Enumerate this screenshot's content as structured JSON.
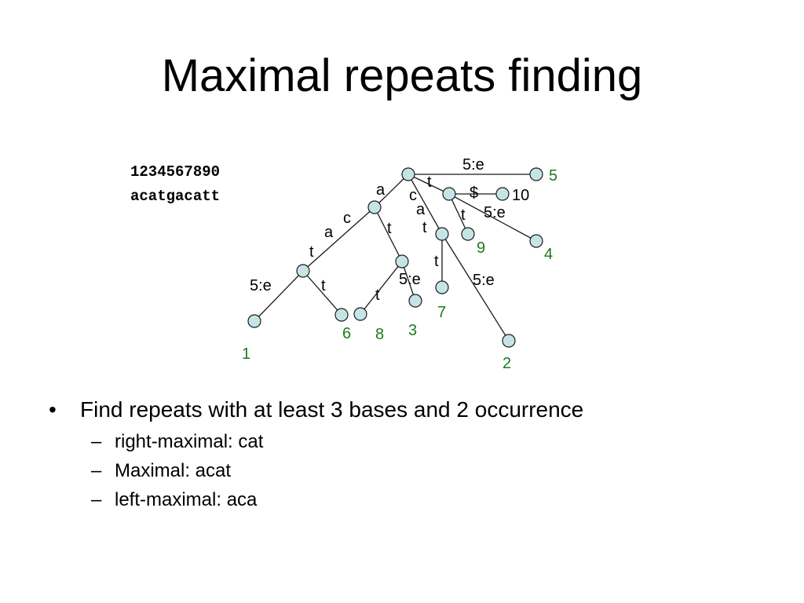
{
  "slide": {
    "title": "Maximal repeats finding",
    "sequence": {
      "positions": "1234567890",
      "string": "acatgacatt"
    },
    "bullet": {
      "marker": "•",
      "text": "Find repeats with at least 3 bases and 2 occurrence"
    },
    "sub_marker": "–",
    "sub_items": [
      "right-maximal: cat",
      "Maximal: acat",
      "left-maximal: aca"
    ]
  },
  "colors": {
    "node_fill": "#c6e4e6",
    "node_stroke": "#1a1a1a",
    "edge": "#1a1a1a",
    "leaf_label": "#1e7a1e",
    "edge_label": "#000000"
  },
  "tree": {
    "nodes": [
      "root",
      "a",
      "at",
      "atc",
      "atct",
      "c",
      "ca",
      "t",
      "t$",
      "leaf1",
      "leaf2",
      "leaf3",
      "leaf4",
      "leaf5",
      "leaf6",
      "leaf7",
      "leaf8",
      "leaf9",
      "leaf10"
    ],
    "edge_labels": [
      "a",
      "c",
      "a",
      "t",
      "5:e",
      "t",
      "t",
      "5:e",
      "t",
      "c",
      "a",
      "t",
      "t",
      "5:e",
      "t",
      "$",
      "t",
      "5:e",
      "5:e"
    ],
    "leaf_labels": [
      "1",
      "6",
      "8",
      "3",
      "7",
      "2",
      "9",
      "4",
      "5",
      "10"
    ]
  }
}
